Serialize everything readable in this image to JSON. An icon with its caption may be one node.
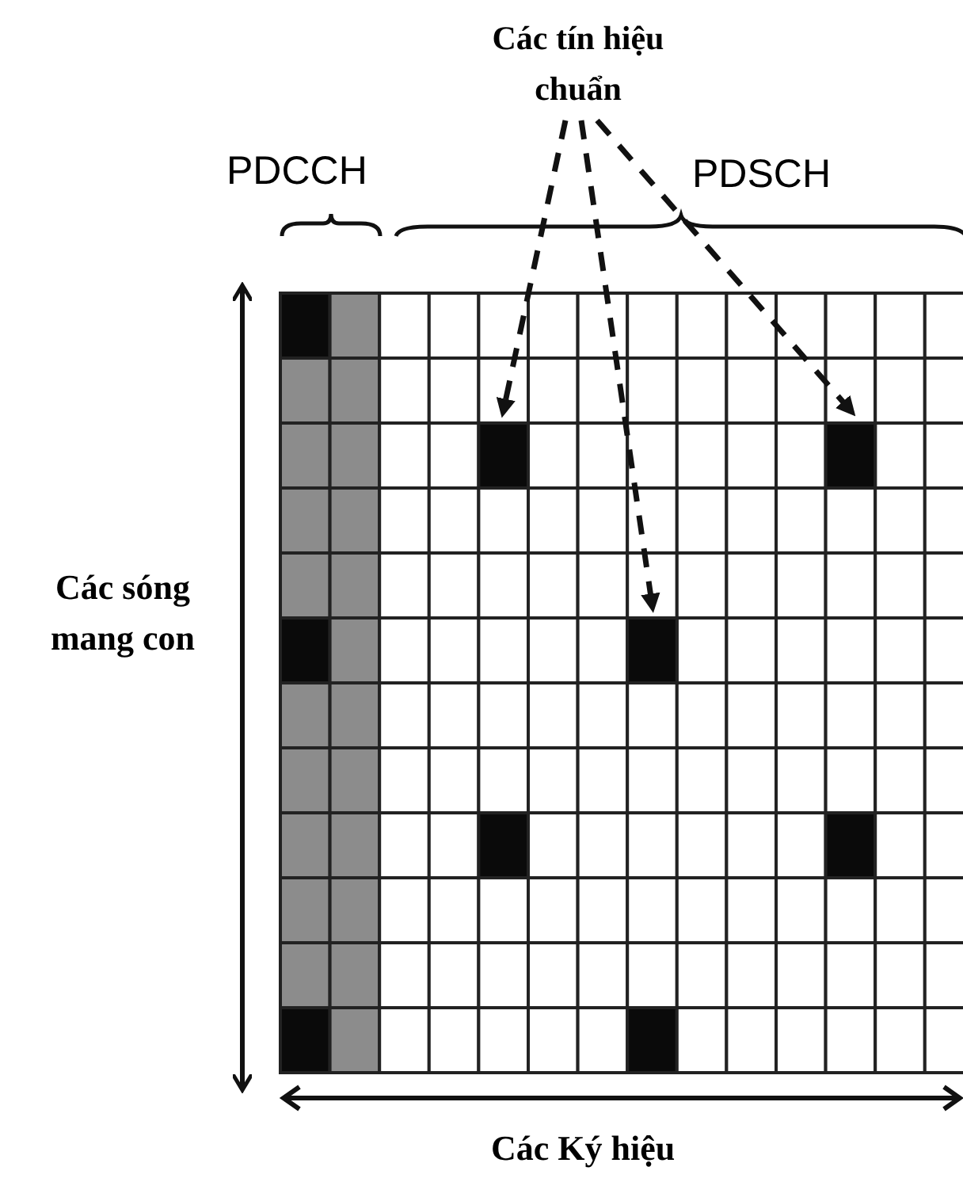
{
  "diagram": {
    "nodes": [
      {
        "text": [
          "Các tín hiệu chuẩn"
        ]
      },
      {
        "text": [],
        "shape": "box"
      },
      {
        "text": [],
        "shape": "box"
      },
      {
        "text": [],
        "shape": "box"
      }
    ],
    "edges": [
      {
        "from": 0,
        "to": 1,
        "arrow": "to",
        "style": "dashed"
      },
      {
        "from": 0,
        "to": 2,
        "arrow": "to",
        "style": "dashed"
      },
      {
        "from": 0,
        "to": 3,
        "arrow": "to",
        "style": "dashed"
      }
    ],
    "labels": [
      "PDCCH",
      "PDSCH",
      "Các sóng mang con",
      "Các Ký hiệu"
    ]
  }
}
